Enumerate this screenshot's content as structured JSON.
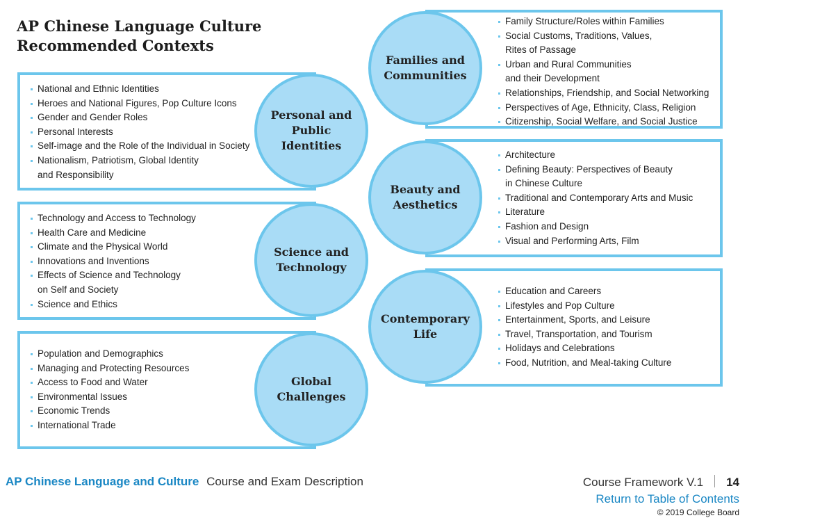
{
  "title": {
    "line1": "AP Chinese Language Culture",
    "line2": "Recommended Contexts"
  },
  "themes": {
    "personal": {
      "label_l1": "Personal and",
      "label_l2": "Public Identities",
      "items": [
        "National and Ethnic Identities",
        "Heroes and National Figures, Pop Culture Icons",
        "Gender and Gender Roles",
        "Personal Interests",
        "Self-image and the Role of the Individual in Society",
        "Nationalism, Patriotism, Global Identity",
        "and Responsibility"
      ]
    },
    "science": {
      "label_l1": "Science and",
      "label_l2": "Technology",
      "items": [
        "Technology and Access to Technology",
        "Health Care and Medicine",
        "Climate and the Physical World",
        "Innovations and Inventions",
        "Effects of  Science and Technology",
        "on Self and Society",
        "Science and Ethics"
      ]
    },
    "global": {
      "label_l1": "Global",
      "label_l2": "Challenges",
      "items": [
        "Population and Demographics",
        "Managing and Protecting Resources",
        "Access to Food and Water",
        "Environmental Issues",
        "Economic Trends",
        "International Trade"
      ]
    },
    "families": {
      "label_l1": "Families and",
      "label_l2": "Communities",
      "items": [
        "Family Structure/Roles within Families",
        "Social Customs, Traditions, Values,",
        "Rites of Passage",
        "Urban and Rural Communities",
        "and their Development",
        "Relationships, Friendship, and Social Networking",
        "Perspectives of Age, Ethnicity, Class, Religion",
        "Citizenship, Social Welfare, and Social Justice"
      ]
    },
    "beauty": {
      "label_l1": "Beauty and",
      "label_l2": "Aesthetics",
      "items": [
        "Architecture",
        "Defining Beauty: Perspectives of Beauty",
        "in Chinese Culture",
        "Traditional and Contemporary Arts and Music",
        "Literature",
        "Fashion and Design",
        "Visual and Performing Arts, Film"
      ]
    },
    "contemporary": {
      "label_l1": "Contemporary",
      "label_l2": "Life",
      "items": [
        "Education and Careers",
        "Lifestyles and Pop Culture",
        "Entertainment, Sports, and Leisure",
        "Travel, Transportation, and Tourism",
        "Holidays and Celebrations",
        "Food, Nutrition, and Meal-taking Culture"
      ]
    }
  },
  "footer": {
    "brand": "AP Chinese Language and Culture",
    "desc": "Course and Exam Description",
    "section": "Course Framework  V.1",
    "page": "14",
    "toc_link": "Return to Table of Contents",
    "copyright": "© 2019 College Board"
  },
  "colors": {
    "accent": "#6cc6ec",
    "circle_fill": "#a9dcf6",
    "link": "#1a87c4"
  }
}
